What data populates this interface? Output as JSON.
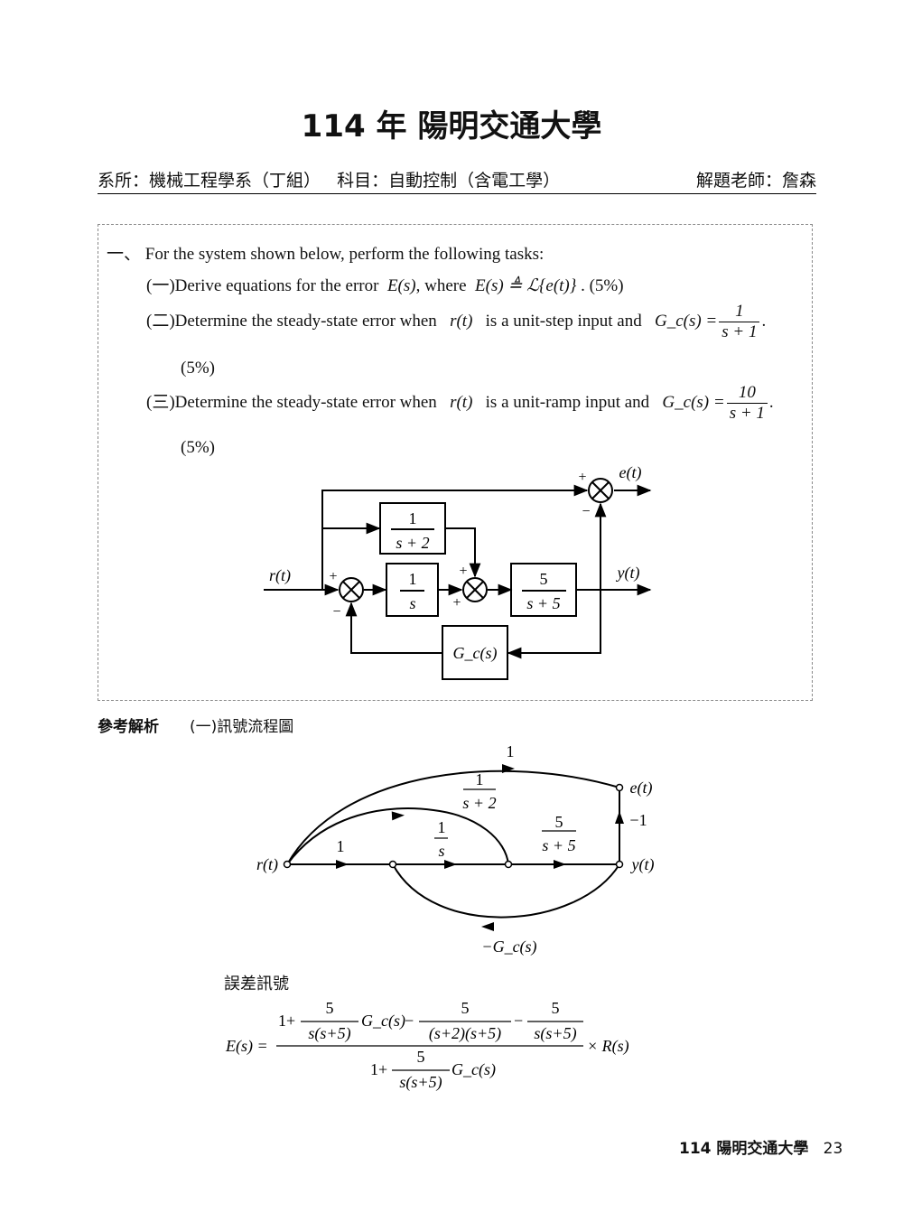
{
  "title": "114 年  陽明交通大學",
  "header": {
    "left": "系所：機械工程學系（丁組）   科目：自動控制（含電工學）",
    "right": "解題老師：詹森"
  },
  "question": {
    "marker": "一、",
    "intro": "For the system shown below, perform the following tasks:",
    "p1": {
      "num": "(一)",
      "text": "Derive equations for the error",
      "sym1": "E(s)",
      "mid": ", where",
      "sym2": "E(s) ≜ ℒ{e(t)}",
      "end": ". (5%)"
    },
    "p2": {
      "num": "(二)",
      "text": "Determine the steady-state error when",
      "sym": "r(t)",
      "mid": "is a unit-step input and",
      "lhs": "G_c(s) =",
      "num_val": "1",
      "den_val": "s + 1",
      "end": ".",
      "pct": "(5%)"
    },
    "p3": {
      "num": "(三)",
      "text": "Determine the steady-state error when",
      "sym": "r(t)",
      "mid": "is a unit-ramp input and",
      "lhs": "G_c(s) =",
      "num_val": "10",
      "den_val": "s + 1",
      "end": ".",
      "pct": "(5%)"
    }
  },
  "block_diagram": {
    "input": "r(t)",
    "out_e": "e(t)",
    "out_y": "y(t)",
    "b1_num": "1",
    "b1_den": "s + 2",
    "b2_num": "1",
    "b2_den": "s",
    "b3_num": "5",
    "b3_den": "s + 5",
    "gc": "G_c(s)",
    "plus": "+",
    "minus": "−"
  },
  "answer": {
    "label": "參考解析",
    "sub": "(一)訊號流程圖",
    "err_label": "誤差訊號"
  },
  "flow_graph": {
    "r": "r(t)",
    "e": "e(t)",
    "y": "y(t)",
    "top_gain": "1",
    "g1_num": "1",
    "g1_den": "s + 2",
    "first_gain": "1",
    "g2_num": "1",
    "g2_den": "s",
    "g3_num": "5",
    "g3_den": "s + 5",
    "neg_one": "−1",
    "fb": "−G_c(s)"
  },
  "equation": {
    "lhs": "E(s) =",
    "one": "1+",
    "f1_num": "5",
    "f1_den": "s(s+5)",
    "gc": "G_c(s)",
    "minus": "−",
    "f2_num": "5",
    "f2_den": "(s+2)(s+5)",
    "f3_num": "5",
    "f3_den": "s(s+5)",
    "times": "× R(s)",
    "d_one": "1+",
    "d_num": "5",
    "d_den": "s(s+5)",
    "d_gc": "G_c(s)"
  },
  "footer": {
    "text": "114 陽明交通大學",
    "page": "23"
  }
}
